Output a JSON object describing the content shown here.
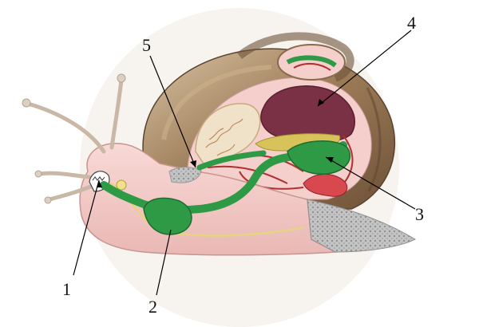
{
  "callouts": [
    {
      "id": "1",
      "label": "1"
    },
    {
      "id": "2",
      "label": "2"
    },
    {
      "id": "3",
      "label": "3"
    },
    {
      "id": "4",
      "label": "4"
    },
    {
      "id": "5",
      "label": "5"
    }
  ],
  "colors": {
    "body": "#f2c9c6",
    "shell": "#8a6a4a",
    "digestive_tract": "#2f9a46",
    "liver": "#7a3045",
    "vessels": "#b03030",
    "lung": "#f0e2c9",
    "foot": "#b8b8b8",
    "nerve": "#e6d480"
  }
}
